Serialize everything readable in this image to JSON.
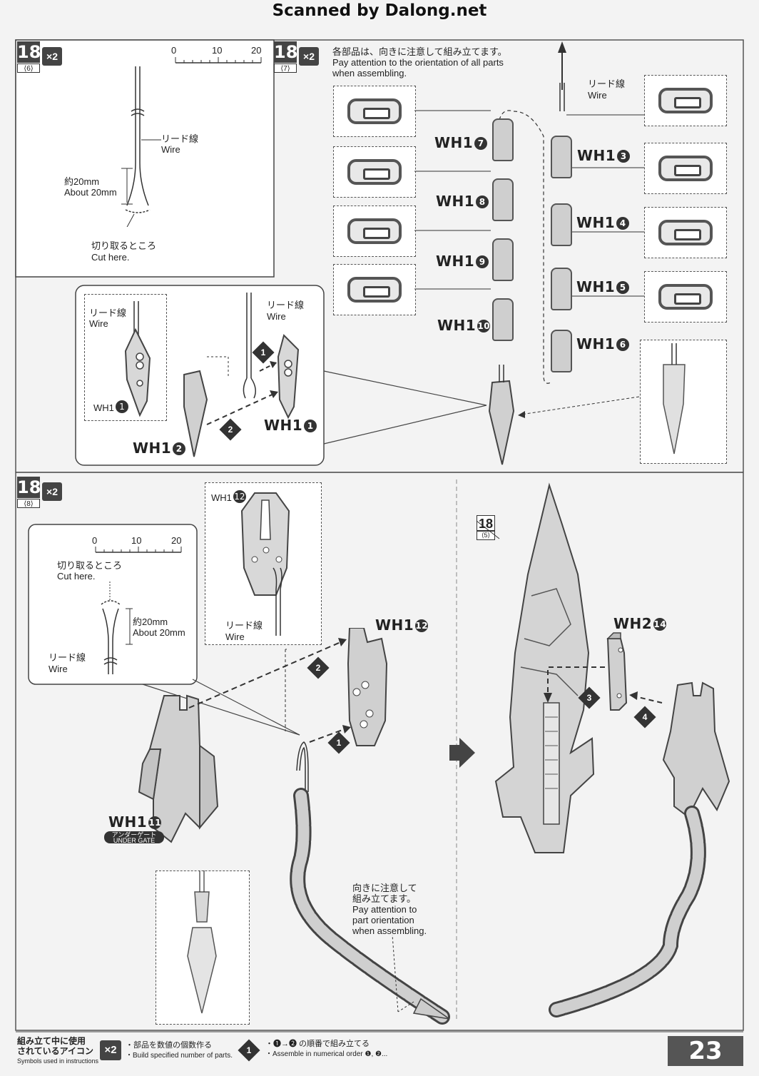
{
  "banner": "Scanned by Dalong.net",
  "page_number": "23",
  "steps": {
    "s6": {
      "num": "18",
      "sub": "⟨6⟩",
      "mult": "×2"
    },
    "s7": {
      "num": "18",
      "sub": "⟨7⟩",
      "mult": "×2"
    },
    "s8": {
      "num": "18",
      "sub": "⟨8⟩",
      "mult": "×2"
    },
    "s5": {
      "num": "18",
      "sub": "⟨5⟩"
    }
  },
  "scale": {
    "v0": "0",
    "v10": "10",
    "v20": "20"
  },
  "wire_jp": "リード線",
  "wire_en": "Wire",
  "cut_jp": "切り取るところ",
  "cut_en": "Cut here.",
  "about_jp": "約20mm",
  "about_en": "About 20mm",
  "orient_jp": "各部品は、向きに注意して組み立てます。",
  "orient_en1": "Pay attention to the orientation of all parts",
  "orient_en2": "when assembling.",
  "orient2_jp1": "向きに注意して",
  "orient2_jp2": "組み立てます。",
  "orient2_en1": "Pay attention to",
  "orient2_en2": "part orientation",
  "orient2_en3": "when assembling.",
  "part_prefix": "WH1",
  "part2_prefix": "WH2",
  "num": {
    "n1": "1",
    "n2": "2",
    "n3": "3",
    "n4": "4",
    "n5": "5",
    "n6": "6",
    "n7": "7",
    "n8": "8",
    "n9": "9",
    "n10": "10",
    "n11": "11",
    "n12": "12",
    "n14": "14"
  },
  "under_gate_jp": "アンダーゲート",
  "under_gate_en": "UNDER GATE",
  "footer": {
    "icons_jp1": "組み立て中に使用",
    "icons_jp2": "されているアイコン",
    "icons_en": "Symbols used in instructions",
    "mult_icon": "×2",
    "mult_jp": "・部品を数値の個数作る",
    "mult_en": "・Build specified number of parts.",
    "order_icon": "1",
    "order_jp": "・❶→❷ の順番で組み立てる",
    "order_en": "・Assemble in numerical order ❶, ❷..."
  }
}
